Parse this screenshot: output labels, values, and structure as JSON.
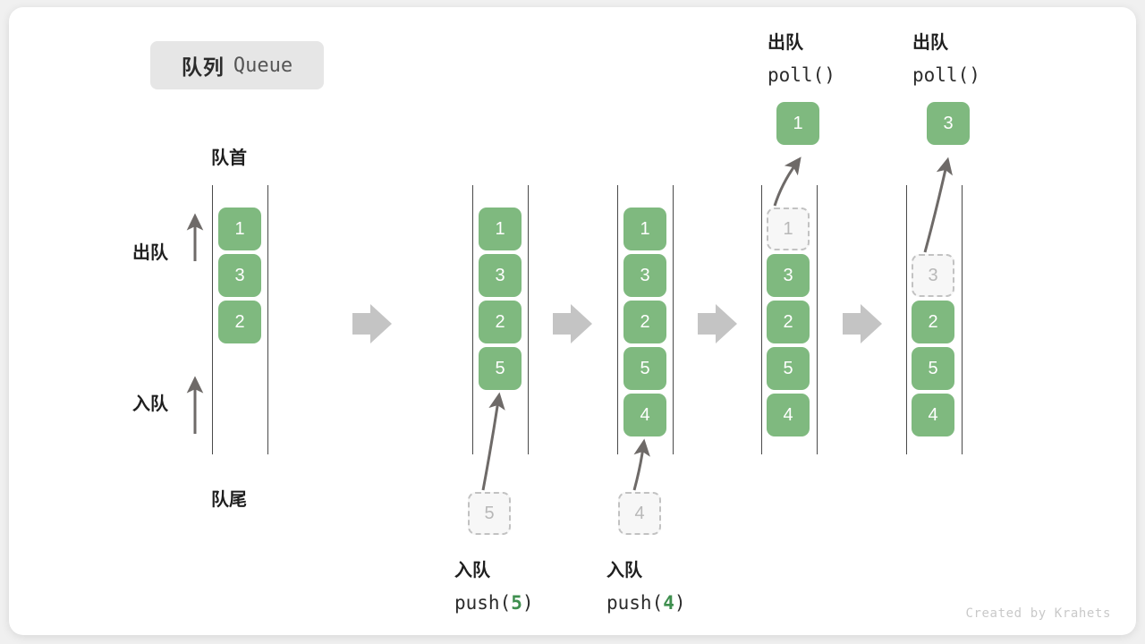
{
  "title": {
    "cn": "队列",
    "en": "Queue"
  },
  "axis_labels": {
    "head": "队首",
    "tail": "队尾",
    "dequeue": "出队",
    "enqueue": "入队"
  },
  "watermark": "Created by Krahets",
  "colors": {
    "cell_fill": "#7fb97f",
    "cell_text": "#ffffff",
    "ghost_fill": "#f7f7f7",
    "ghost_border": "#c2c2c2",
    "ghost_text": "#b8b8b8",
    "rail": "#4a4a4a",
    "arrow": "#6e6a68",
    "flow_arrow": "#c4c4c4",
    "accent_green": "#3f8f4f",
    "chip_bg": "#e6e6e6",
    "card_bg": "#ffffff",
    "page_bg": "#f0f0f0"
  },
  "steps": [
    {
      "id": "initial",
      "cells": [
        "1",
        "3",
        "2"
      ],
      "ghost_index": null,
      "op_cn": "",
      "op_code": "",
      "op_arg": "",
      "popped_value": null,
      "incoming_value": null
    },
    {
      "id": "push-5",
      "cells": [
        "1",
        "3",
        "2",
        "5"
      ],
      "ghost_index": null,
      "op_cn": "入队",
      "op_code_prefix": "push(",
      "op_arg": "5",
      "op_code_suffix": ")",
      "popped_value": null,
      "incoming_value": "5"
    },
    {
      "id": "push-4",
      "cells": [
        "1",
        "3",
        "2",
        "5",
        "4"
      ],
      "ghost_index": null,
      "op_cn": "入队",
      "op_code_prefix": "push(",
      "op_arg": "4",
      "op_code_suffix": ")",
      "popped_value": null,
      "incoming_value": "4"
    },
    {
      "id": "poll-1",
      "cells": [
        "1",
        "3",
        "2",
        "5",
        "4"
      ],
      "ghost_index": 0,
      "op_cn": "出队",
      "op_code_prefix": "poll(",
      "op_arg": "",
      "op_code_suffix": ")",
      "popped_value": "1",
      "incoming_value": null
    },
    {
      "id": "poll-3",
      "cells": [
        "3",
        "2",
        "5",
        "4"
      ],
      "ghost_index": 0,
      "op_cn": "出队",
      "op_code_prefix": "poll(",
      "op_arg": "",
      "op_code_suffix": ")",
      "popped_value": "3",
      "incoming_value": null
    }
  ],
  "flow_arrows": 4
}
